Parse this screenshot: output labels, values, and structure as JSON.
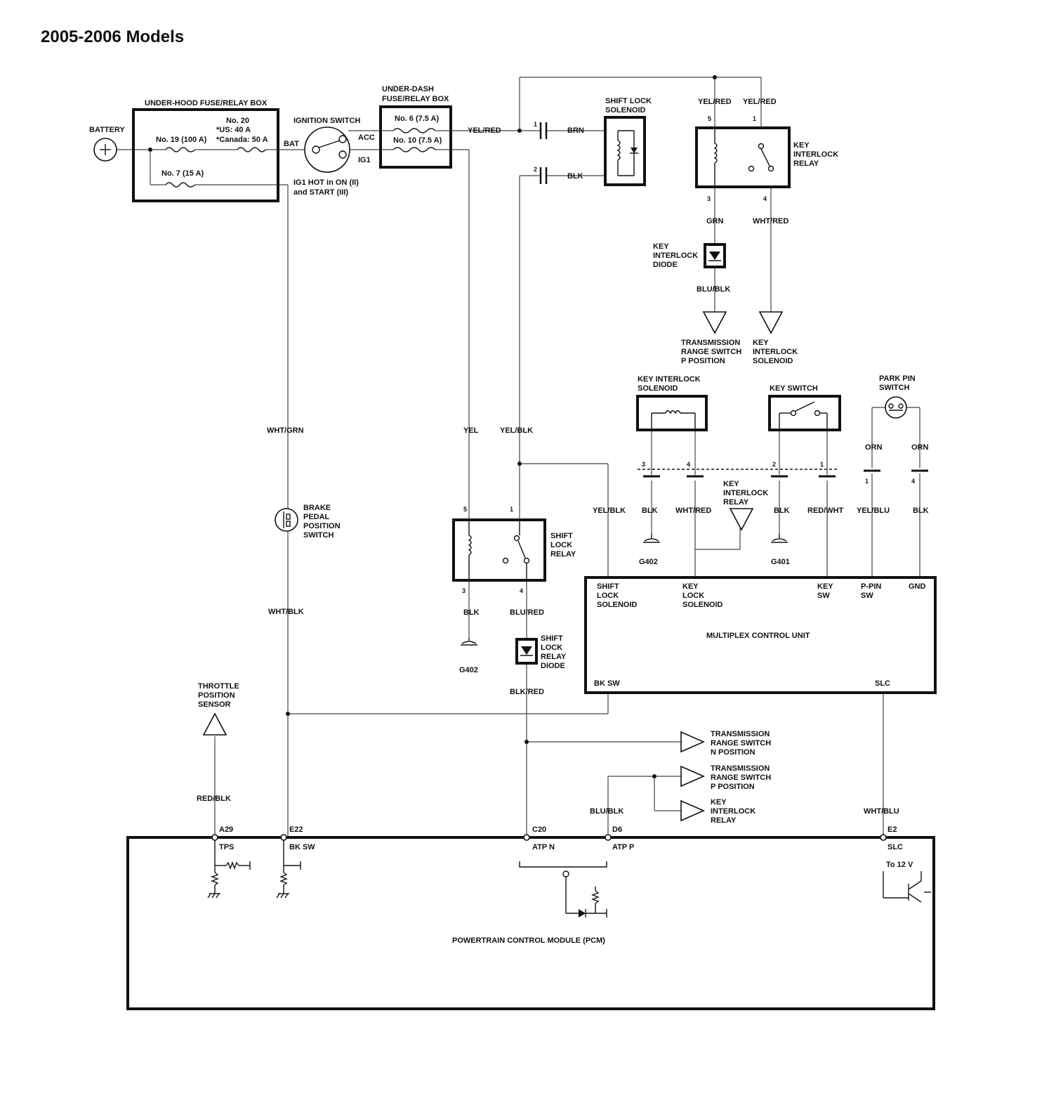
{
  "title": "2005-2006 Models",
  "components": {
    "battery": "BATTERY",
    "under_hood_box": "UNDER-HOOD FUSE/RELAY BOX",
    "fuse_19": "No. 19 (100 A)",
    "fuse_20": "No. 20",
    "fuse_20_us": "*US: 40 A",
    "fuse_20_canada": "*Canada: 50 A",
    "fuse_7": "No. 7 (15 A)",
    "bat": "BAT",
    "ignition_switch": "IGNITION SWITCH",
    "acc": "ACC",
    "ig1": "IG1",
    "ig1_hot_1": "IG1 HOT in ON (II)",
    "ig1_hot_2": "and START (III)",
    "under_dash_box_1": "UNDER-DASH",
    "under_dash_box_2": "FUSE/RELAY BOX",
    "fuse_6": "No. 6 (7.5 A)",
    "fuse_10": "No. 10 (7.5 A)",
    "shift_lock_solenoid_1": "SHIFT LOCK",
    "shift_lock_solenoid_2": "SOLENOID",
    "key_interlock_relay_1": "KEY",
    "key_interlock_relay_2": "INTERLOCK",
    "key_interlock_relay_3": "RELAY",
    "key_interlock_diode_1": "KEY",
    "key_interlock_diode_2": "INTERLOCK",
    "key_interlock_diode_3": "DIODE",
    "trs_p_1": "TRANSMISSION",
    "trs_p_2": "RANGE SWITCH",
    "trs_p_3": "P POSITION",
    "kis_1": "KEY",
    "kis_2": "INTERLOCK",
    "kis_3": "SOLENOID",
    "kis_box_1": "KEY INTERLOCK",
    "kis_box_2": "SOLENOID",
    "key_switch": "KEY SWITCH",
    "park_pin_1": "PARK PIN",
    "park_pin_2": "SWITCH",
    "kir_ref_1": "KEY",
    "kir_ref_2": "INTERLOCK",
    "kir_ref_3": "RELAY",
    "brake_1": "BRAKE",
    "brake_2": "PEDAL",
    "brake_3": "POSITION",
    "brake_4": "SWITCH",
    "slr_1": "SHIFT",
    "slr_2": "LOCK",
    "slr_3": "RELAY",
    "slr_diode_1": "SHIFT",
    "slr_diode_2": "LOCK",
    "slr_diode_3": "RELAY",
    "slr_diode_4": "DIODE",
    "mcu": "MULTIPLEX CONTROL UNIT",
    "mcu_sls_1": "SHIFT",
    "mcu_sls_2": "LOCK",
    "mcu_sls_3": "SOLENOID",
    "mcu_kls_1": "KEY",
    "mcu_kls_2": "LOCK",
    "mcu_kls_3": "SOLENOID",
    "mcu_keysw_1": "KEY",
    "mcu_keysw_2": "SW",
    "mcu_ppin_1": "P-PIN",
    "mcu_ppin_2": "SW",
    "mcu_gnd": "GND",
    "mcu_bksw": "BK SW",
    "mcu_slc": "SLC",
    "tps_1": "THROTTLE",
    "tps_2": "POSITION",
    "tps_3": "SENSOR",
    "trs_n_1": "TRANSMISSION",
    "trs_n_2": "RANGE SWITCH",
    "trs_n_3": "N POSITION",
    "trs_p2_1": "TRANSMISSION",
    "trs_p2_2": "RANGE SWITCH",
    "trs_p2_3": "P POSITION",
    "kir2_1": "KEY",
    "kir2_2": "INTERLOCK",
    "kir2_3": "RELAY",
    "pcm": "POWERTRAIN CONTROL MODULE (PCM)",
    "to12v": "To 12 V",
    "g402_a": "G402",
    "g401": "G401",
    "g402_b": "G402"
  },
  "wires": {
    "yel_red_main": "YEL/RED",
    "brn": "BRN",
    "blk_sol": "BLK",
    "yel_red_5": "YEL/RED",
    "yel_red_1": "YEL/RED",
    "grn": "GRN",
    "wht_red_kir": "WHT/RED",
    "blu_blk_diode": "BLU/BLK",
    "wht_grn": "WHT/GRN",
    "yel": "YEL",
    "yel_blk": "YEL/BLK",
    "yel_blk_mcu": "YEL/BLK",
    "blk_g402": "BLK",
    "wht_red_mcu": "WHT/RED",
    "blk_g401": "BLK",
    "red_wht": "RED/WHT",
    "orn_1": "ORN",
    "orn_2": "ORN",
    "yel_blu": "YEL/BLU",
    "blk_gnd": "BLK",
    "wht_blk": "WHT/BLK",
    "blk_slr": "BLK",
    "blu_red": "BLU/RED",
    "blk_red": "BLK/RED",
    "red_blk": "RED/BLK",
    "blu_blk_pcm": "BLU/BLK",
    "wht_blu": "WHT/BLU"
  },
  "pins": {
    "p1": "1",
    "p2": "2",
    "kir_5": "5",
    "kir_1": "1",
    "kir_3": "3",
    "kir_4": "4",
    "kis_3": "3",
    "kis_4": "4",
    "ks_2": "2",
    "ks_1": "1",
    "pp_1": "1",
    "pp_4": "4",
    "slr_5": "5",
    "slr_1": "1",
    "slr_3": "3",
    "slr_4": "4",
    "a29": "A29",
    "tps": "TPS",
    "e22": "E22",
    "bksw": "BK SW",
    "c20": "C20",
    "atpn": "ATP N",
    "d6": "D6",
    "atpp": "ATP P",
    "e2": "E2",
    "slc": "SLC"
  }
}
